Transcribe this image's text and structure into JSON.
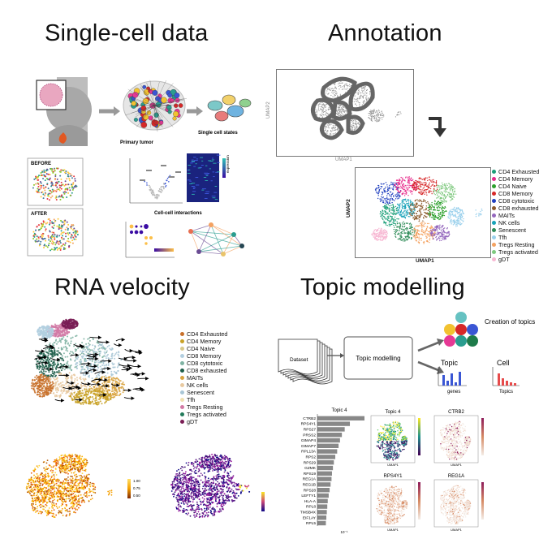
{
  "titles": {
    "single_cell": "Single-cell data",
    "annotation": "Annotation",
    "rna_velocity": "RNA velocity",
    "topic_modelling": "Topic modelling"
  },
  "single_cell": {
    "single_cell_states": "Single cell states",
    "primary_tumor": "Primary tumor",
    "before": "BEFORE",
    "after": "AFTER",
    "cell_cell_interactions": "Cell-cell interactions",
    "expression_label": "expression"
  },
  "annotation": {
    "umap1": "UMAP1",
    "umap2": "UMAP2",
    "legend": [
      {
        "label": "CD4 Exhausted",
        "color": "#1b9e77"
      },
      {
        "label": "CD4 Memory",
        "color": "#e7298a"
      },
      {
        "label": "CD4 Naive",
        "color": "#2ca02c"
      },
      {
        "label": "CD8 Memory",
        "color": "#d62728"
      },
      {
        "label": "CD8 cytotoxic",
        "color": "#1f3fbf"
      },
      {
        "label": "CD8 exhausted",
        "color": "#8c5a2b"
      },
      {
        "label": "MAITs",
        "color": "#9467bd"
      },
      {
        "label": "NK cells",
        "color": "#17a2b8"
      },
      {
        "label": "Senescent",
        "color": "#2e8b57"
      },
      {
        "label": "Tfh",
        "color": "#9ad0ec"
      },
      {
        "label": "Tregs Resting",
        "color": "#f4a261"
      },
      {
        "label": "Tregs activated",
        "color": "#7fc97f"
      },
      {
        "label": "gDT",
        "color": "#f7b6d2"
      }
    ]
  },
  "velocity": {
    "legend": [
      {
        "label": "CD4 Exhausted",
        "color": "#c8702a"
      },
      {
        "label": "CD4 Memory",
        "color": "#c9a227"
      },
      {
        "label": "CD4 Naive",
        "color": "#d8c98a"
      },
      {
        "label": "CD8 Memory",
        "color": "#b3cfe0"
      },
      {
        "label": "CD8 cytotoxic",
        "color": "#7fb3a3"
      },
      {
        "label": "CD8 exhausted",
        "color": "#1e5e4a"
      },
      {
        "label": "MAITs",
        "color": "#d9a441"
      },
      {
        "label": "NK cells",
        "color": "#e8c9a0"
      },
      {
        "label": "Senescent",
        "color": "#a9c6d6"
      },
      {
        "label": "Tfh",
        "color": "#f0e0b0"
      },
      {
        "label": "Tregs Resting",
        "color": "#d27aa5"
      },
      {
        "label": "Tregs activated",
        "color": "#237a5a"
      },
      {
        "label": "gDT",
        "color": "#7a1e55"
      }
    ],
    "colorbar_ticks": [
      "1.00",
      "0.75",
      "0.50"
    ]
  },
  "topic": {
    "dataset": "Dataset",
    "topic_modelling_box": "Topic modelling",
    "creation_of_topics": "Creation of topics",
    "topic_label": "Topic",
    "cell_label": "Cell",
    "genes_label": "genes",
    "topics_label": "Topics",
    "bar_title": "Topic 4",
    "bar_axis": "10⁻¹",
    "umap_titles": [
      "Topic 4",
      "CTRB2",
      "RPS4Y1",
      "REG1A"
    ],
    "umap1": "UMAP1",
    "umap2": "UMAP2"
  },
  "chart_data": {
    "type": "bar",
    "title": "Topic 4",
    "orientation": "horizontal",
    "categories": [
      "CTRB2",
      "RPS4Y1",
      "RPS27",
      "PRSS2",
      "GIMAP4",
      "GIMAP7",
      "RPL13A",
      "RPS2",
      "RPS29",
      "GZMK",
      "RPS19",
      "REG1A",
      "REG1B",
      "RPS28",
      "LEFTY1",
      "HLA-A",
      "RPL8",
      "TMSB4X",
      "EIF1AY",
      "RPL5"
    ],
    "values": [
      1.0,
      0.69,
      0.58,
      0.52,
      0.48,
      0.45,
      0.42,
      0.38,
      0.35,
      0.33,
      0.31,
      0.3,
      0.28,
      0.26,
      0.24,
      0.22,
      0.21,
      0.2,
      0.19,
      0.18
    ]
  }
}
